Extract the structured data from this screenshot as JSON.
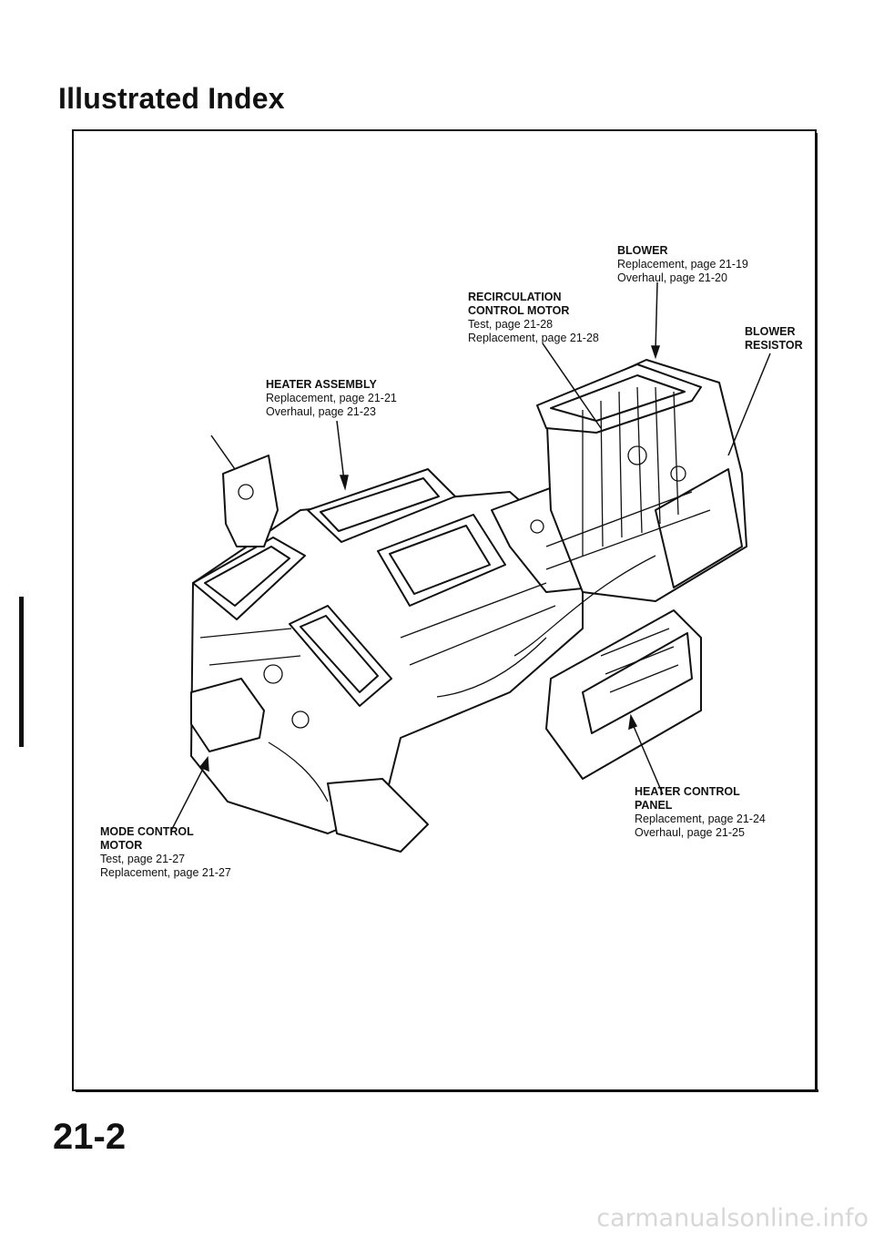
{
  "page": {
    "title": "Illustrated Index",
    "page_number": "21-2",
    "watermark": "carmanualsonline.info"
  },
  "callouts": {
    "blower": {
      "title_lines": [
        "BLOWER"
      ],
      "lines": [
        "Replacement, page 21-19",
        "Overhaul, page 21-20"
      ]
    },
    "recirculation": {
      "title_lines": [
        "RECIRCULATION",
        "CONTROL MOTOR"
      ],
      "lines": [
        "Test, page 21-28",
        "Replacement, page 21-28"
      ]
    },
    "blower_resistor": {
      "title_lines": [
        "BLOWER",
        "RESISTOR"
      ],
      "lines": []
    },
    "heater_assembly": {
      "title_lines": [
        "HEATER ASSEMBLY"
      ],
      "lines": [
        "Replacement, page 21-21",
        "Overhaul, page 21-23"
      ]
    },
    "mode_control": {
      "title_lines": [
        "MODE CONTROL",
        "MOTOR"
      ],
      "lines": [
        "Test, page 21-27",
        "Replacement, page 21-27"
      ]
    },
    "heater_control": {
      "title_lines": [
        "HEATER CONTROL",
        "PANEL"
      ],
      "lines": [
        "Replacement, page 21-24",
        "Overhaul, page 21-25"
      ]
    }
  }
}
